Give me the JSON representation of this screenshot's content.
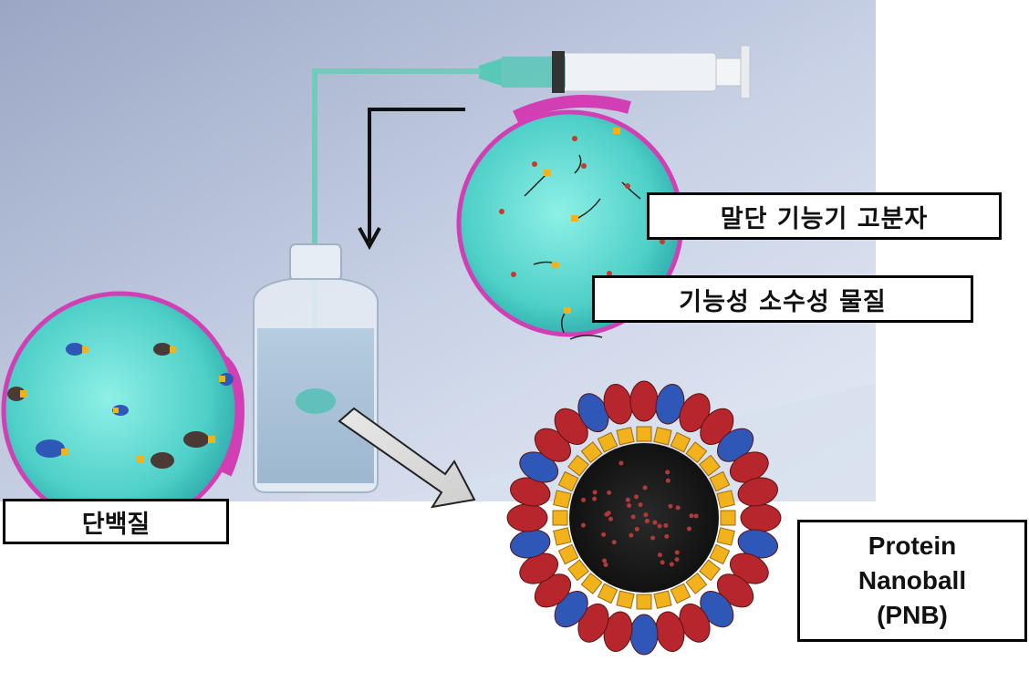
{
  "labels": {
    "polymer": "말단 기능기 고분자",
    "hydrophobic": "기능성 소수성 물질",
    "protein": "단백질",
    "pnb_line1": "Protein",
    "pnb_line2": "Nanoball",
    "pnb_line3": "(PNB)"
  },
  "colors": {
    "circle_fill": "#5fd8cf",
    "circle_rim": "#d23fb5",
    "pnb_red": "#b8262d",
    "pnb_blue": "#2f57b8",
    "pnb_yellow": "#f2b21c"
  }
}
